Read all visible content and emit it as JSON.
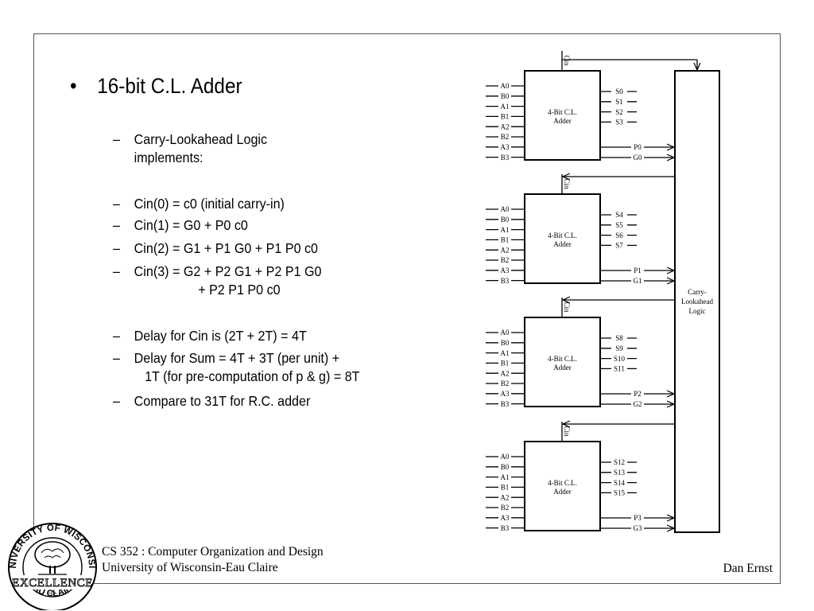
{
  "slide": {
    "title_bullet": "•",
    "title": "16-bit C.L. Adder",
    "items": [
      {
        "dash": "–",
        "lines": [
          "Carry-Lookahead Logic",
          "implements:"
        ]
      },
      {
        "dash": "–",
        "lines": [
          "Cin(0) = c0 (initial carry-in)"
        ]
      },
      {
        "dash": "–",
        "lines": [
          "Cin(1) = G0 + P0 c0"
        ]
      },
      {
        "dash": "–",
        "lines": [
          "Cin(2) = G1 + P1 G0 + P1 P0 c0"
        ]
      },
      {
        "dash": "–",
        "lines": [
          "Cin(3) = G2 + P2 G1 + P2 P1 G0",
          "                  + P2 P1 P0 c0"
        ]
      },
      {
        "dash": "–",
        "lines": [
          "Delay for Cin is (2T + 2T) = 4T"
        ]
      },
      {
        "dash": "–",
        "lines": [
          "Delay for Sum = 4T + 3T (per unit) +",
          "   1T (for pre-computation of p & g) = 8T"
        ]
      },
      {
        "dash": "–",
        "lines": [
          "Compare to 31T for R.C. adder"
        ]
      }
    ]
  },
  "footer": {
    "course": "CS 352 : Computer Organization and Design",
    "university": "University of Wisconsin-Eau Claire",
    "author": "Dan Ernst"
  },
  "logo": {
    "top_text": "UNIVERSITY OF WISCONSIN",
    "middle_text": "EXCELLENCE",
    "year": "1916",
    "bottom_text": "EAU CLAIRE"
  },
  "diagram": {
    "block_label": [
      "4-Bit C.L.",
      "Adder"
    ],
    "cin_label": "Cin",
    "inputs": [
      "A0",
      "B0",
      "A1",
      "B1",
      "A2",
      "B2",
      "A3",
      "B3"
    ],
    "units": [
      {
        "sums": [
          "S0",
          "S1",
          "S2",
          "S3"
        ],
        "p": "P0",
        "g": "G0"
      },
      {
        "sums": [
          "S4",
          "S5",
          "S6",
          "S7"
        ],
        "p": "P1",
        "g": "G1"
      },
      {
        "sums": [
          "S8",
          "S9",
          "S10",
          "S11"
        ],
        "p": "P2",
        "g": "G2"
      },
      {
        "sums": [
          "S12",
          "S13",
          "S14",
          "S15"
        ],
        "p": "P3",
        "g": "G3"
      }
    ],
    "cla_label": [
      "Carry-",
      "Lookahead",
      "Logic"
    ]
  }
}
